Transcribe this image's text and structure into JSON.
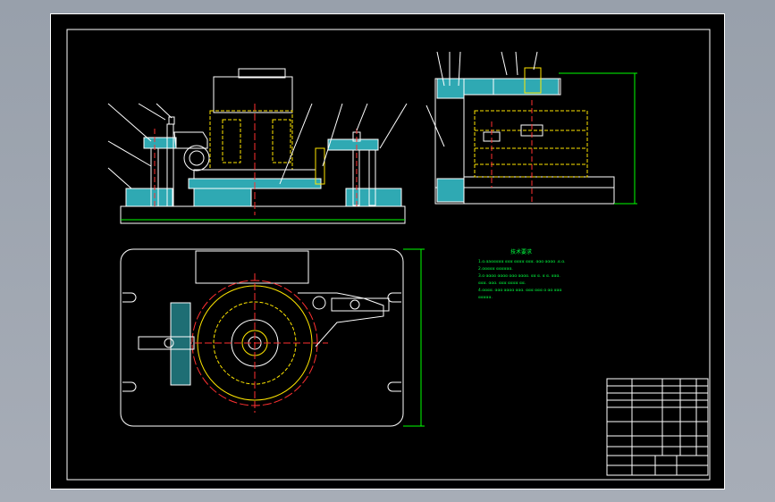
{
  "drawing": {
    "colors": {
      "frame": "#ffffff",
      "outline": "#ffffff",
      "hatch": "#00c8d8",
      "section_fill": "#2fa9b3",
      "hidden": "#ffe600",
      "center": "#ff3030",
      "dimension": "#00ff00",
      "callout": "#ffffff",
      "notes": "#00ff40"
    },
    "notes": {
      "title": "技术要求",
      "lines": [
        "1.α.αaααααα ααα αααα ααα.  ααα αααα .α.α.",
        "2.ααααα αααααα.",
        "3.α αααα αααα ααα αααα. αα α. α α. ααα.",
        "ααα. ααα. ααα αααα αα.",
        "4.αααα. ααα αααα ααα. ααα ααα α αα ααα",
        "ααααα."
      ]
    },
    "title_block": {
      "label": "title-block"
    }
  }
}
